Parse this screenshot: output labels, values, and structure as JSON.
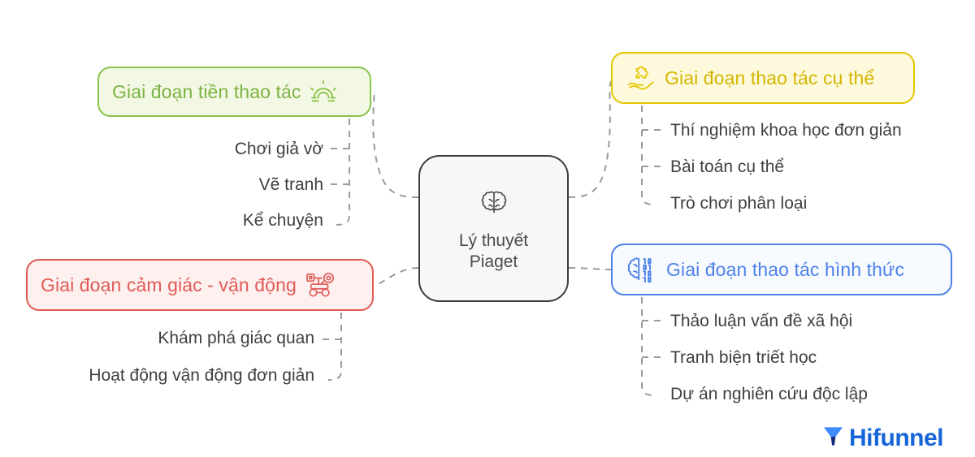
{
  "center": {
    "title": "Lý thuyết\nPiaget",
    "icon": "brain-icon"
  },
  "branches": [
    {
      "id": "pre-operational",
      "label": "Giai đoạn tiền thao tác",
      "icon": "rainbow-arch-icon",
      "icon_position": "right",
      "color": "#7cb342",
      "border_color": "#8bc34a",
      "background": "#f3f8e4",
      "children": [
        "Chơi giả vờ",
        "Vẽ tranh",
        "Kể chuyện"
      ]
    },
    {
      "id": "sensorimotor",
      "label": "Giai đoạn cảm giác - vận động",
      "icon": "robot-rover-icon",
      "icon_position": "right",
      "color": "#e05b56",
      "border_color": "#e05b56",
      "background": "#fdf0ef",
      "children": [
        "Khám phá giác quan",
        "Hoạt động vận động đơn giản"
      ]
    },
    {
      "id": "concrete-operational",
      "label": "Giai đoạn thao tác cụ thể",
      "icon": "hand-puzzle-icon",
      "icon_position": "left",
      "color": "#d4b600",
      "border_color": "#e5c500",
      "background": "#fdf9dd",
      "children": [
        "Thí nghiệm khoa học đơn giản",
        "Bài toán cụ thể",
        "Trò chơi phân loại"
      ]
    },
    {
      "id": "formal-operational",
      "label": "Giai đoạn thao tác hình thức",
      "icon": "brain-binary-icon",
      "icon_position": "left",
      "color": "#4d82e8",
      "border_color": "#4d82e8",
      "background": "#f7faff",
      "children": [
        "Thảo luận vấn đề xã hội",
        "Tranh biện triết học",
        "Dự án nghiên cứu độc lập"
      ]
    }
  ],
  "logo": {
    "text": "Hifunnel",
    "icon": "funnel-icon",
    "color_primary": "#1565d8",
    "color_secondary": "#3d8bfd",
    "color_dark": "#16287a"
  },
  "colors": {
    "connector": "#9a9a9a",
    "center_border": "#3c3c3c",
    "center_background": "#f7f7f7",
    "leaf_text": "#3f3f3f"
  }
}
